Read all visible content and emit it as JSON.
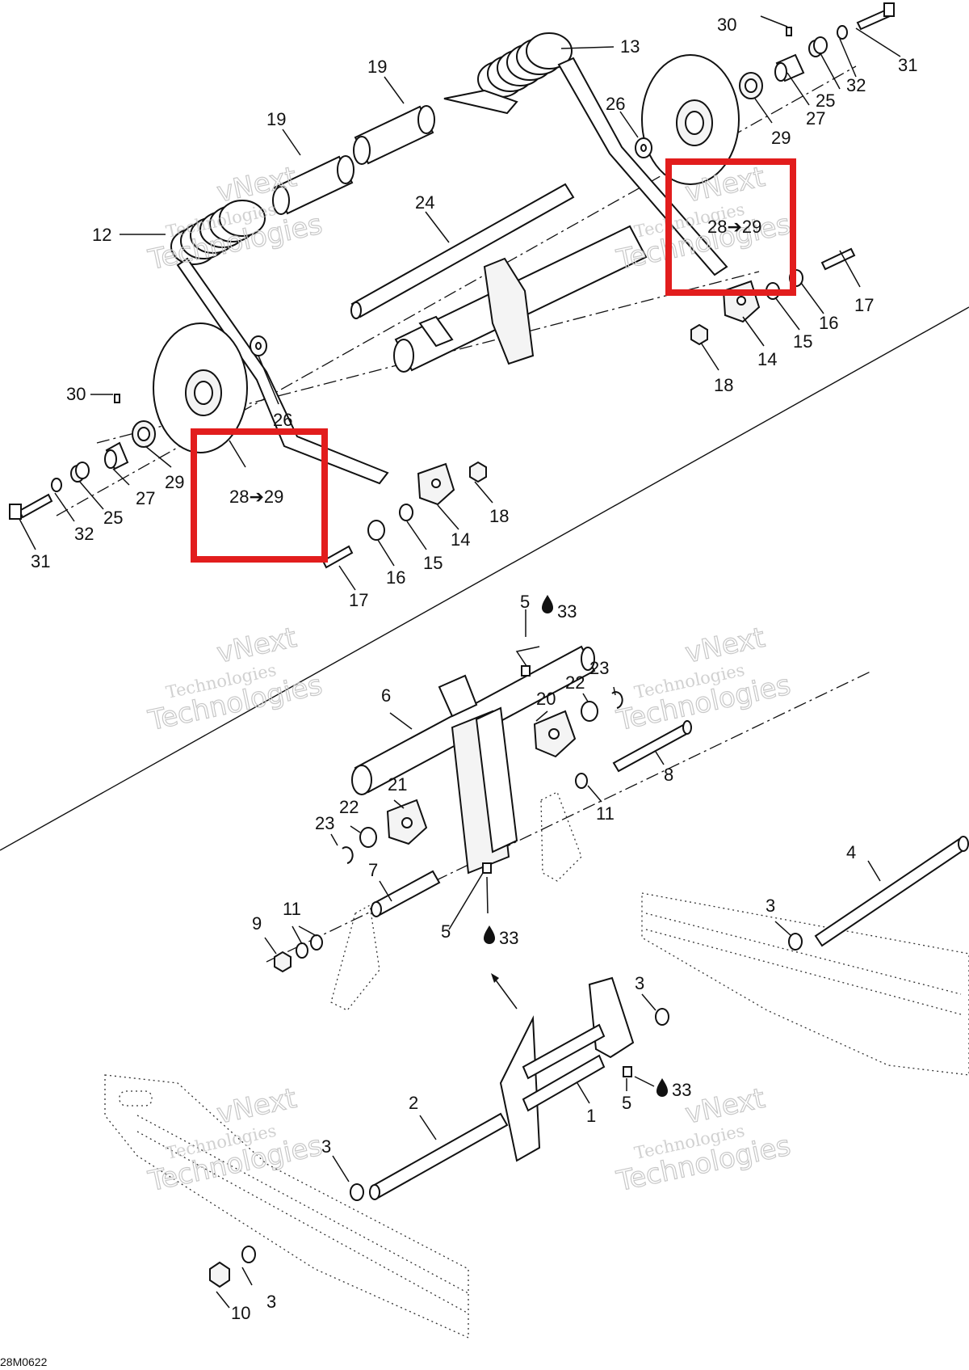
{
  "callouts": {
    "n1": "1",
    "n2": "2",
    "n3": "3",
    "n4": "4",
    "n5": "5",
    "n6": "6",
    "n7": "7",
    "n8": "8",
    "n9": "9",
    "n10": "10",
    "n11": "11",
    "n12": "12",
    "n13": "13",
    "n14": "14",
    "n15": "15",
    "n16": "16",
    "n17": "17",
    "n18": "18",
    "n19": "19",
    "n20": "20",
    "n21": "21",
    "n22": "22",
    "n23": "23",
    "n24": "24",
    "n25": "25",
    "n26": "26",
    "n27": "27",
    "n29": "29",
    "n30": "30",
    "n31": "31",
    "n32": "32",
    "n33": "33"
  },
  "highlights": {
    "left_label": "28➔29",
    "right_label": "28➔29",
    "color": "#e21d1d"
  },
  "watermark": {
    "line1": "vNext",
    "line2": "Technologies",
    "line3": "Technologies"
  },
  "drawing_code": "28M0622",
  "icons": {
    "lubricant": "oil-drop-icon",
    "direction": "arrow-up-left-icon"
  }
}
